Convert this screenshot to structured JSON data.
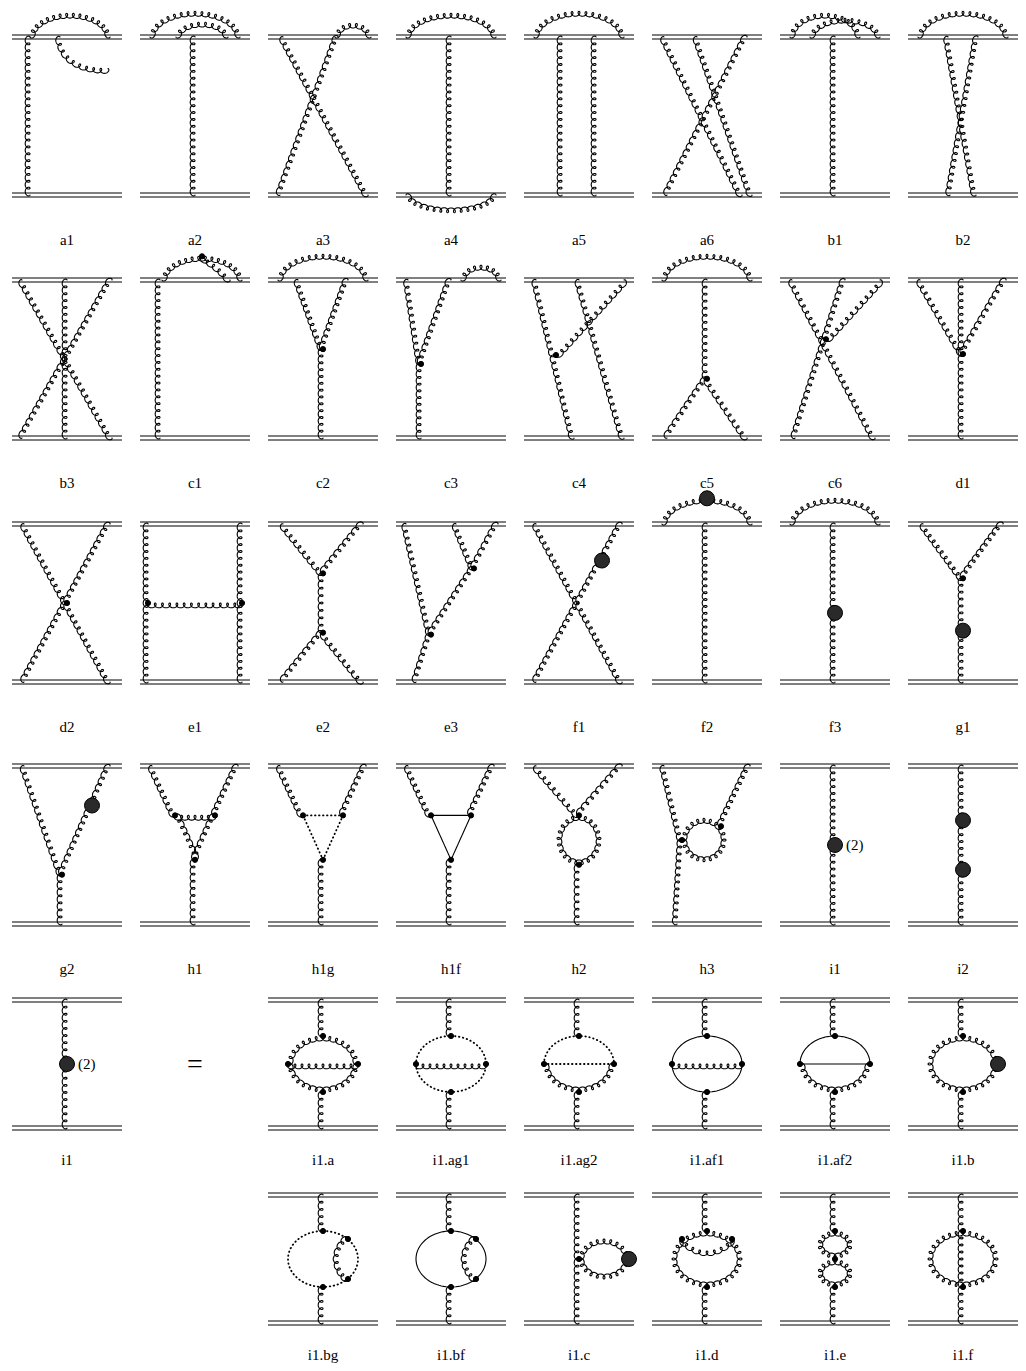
{
  "diagram": {
    "labels": [
      "a1",
      "a2",
      "a3",
      "a4",
      "a5",
      "a6",
      "b1",
      "b2",
      "b3",
      "c1",
      "c2",
      "c3",
      "c4",
      "c5",
      "c6",
      "d1",
      "d2",
      "e1",
      "e2",
      "e3",
      "f1",
      "f2",
      "f3",
      "g1",
      "(2)",
      "g2",
      "h1",
      "h1g",
      "h1f",
      "h2",
      "h3",
      "i1",
      "i2",
      "(2)",
      "=",
      "i1",
      "i1.a",
      "i1.ag1",
      "i1.ag2",
      "i1.af1",
      "i1.af2",
      "i1.b",
      "i1.bg",
      "i1.bf",
      "i1.c",
      "i1.d",
      "i1.e",
      "i1.f"
    ]
  }
}
